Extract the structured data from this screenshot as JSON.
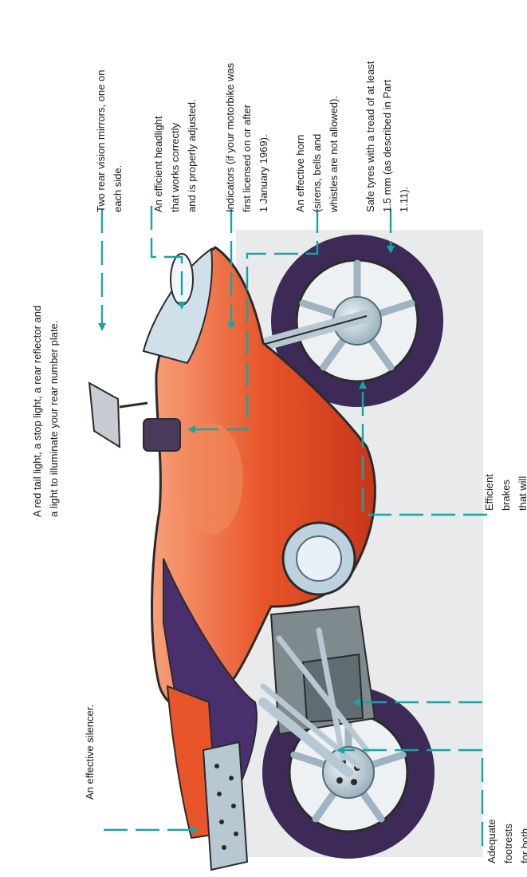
{
  "labels": {
    "mirrors": "Two rear vision mirrors, one on\neach side.",
    "headlight": "An efficient headlight\n  that works correctly\n  and is properly adjusted.",
    "indicators": "Indicators (if your motorbike was\nfirst licensed on or after\n  1 January 1969).",
    "horn": "An effective horn\n  (sirens, bells and\n  whistles are not allowed).",
    "tyres": "Safe tyres with a tread of at least\n  1.5 mm (as described in Part\n  1.11).",
    "taillight": "A red tail light, a stop light, a rear reflector and\n  a light to illuminate your rear number plate.",
    "silencer": "An effective silencer.",
    "brakes": "Efficient brakes that will allow you to stop\n  promptly.",
    "footrests": "Adequate footrests for both the driver and, if\npillion seating exists, for the pillion passenger."
  },
  "colors": {
    "callout": "#1aa3a3",
    "body_red": "#e8552a",
    "tyre_purple": "#3d2a57",
    "chrome": "#b8c8d2"
  }
}
